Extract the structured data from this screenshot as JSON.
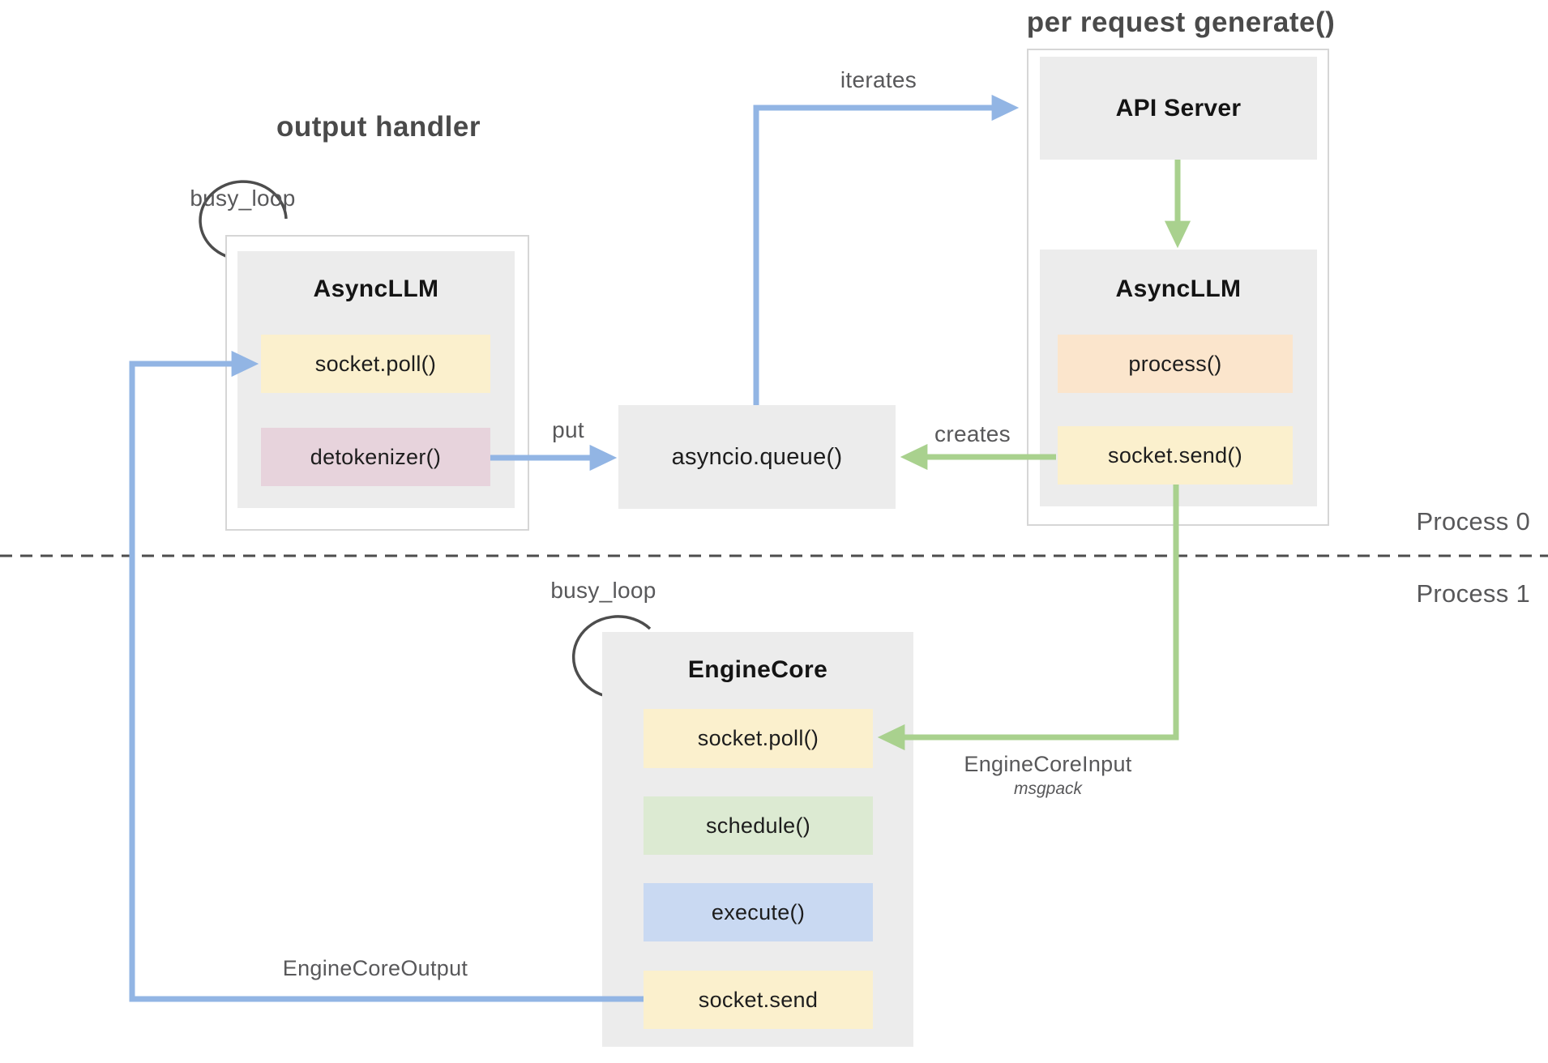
{
  "colors": {
    "arrow_blue": "#92b5e4",
    "arrow_green": "#a9d18e",
    "arc_dark": "#4d4d4d",
    "dashed_gray": "#4d4d4d",
    "panel_gray": "#ececec",
    "label_gray": "#58585a",
    "title_gray": "#4a4a4a",
    "yellow": "#fbf0cd",
    "pink": "#e7d3dc",
    "peach": "#fbe5cc",
    "green_fill": "#dcead2",
    "blue_fill": "#c9d9f2"
  },
  "titles": {
    "output_handler": "output handler",
    "per_request_generate": "per request generate()"
  },
  "process_labels": {
    "process0": "Process 0",
    "process1": "Process 1"
  },
  "output_handler_cluster": {
    "busy_loop": "busy_loop",
    "title": "AsyncLLM",
    "rows": [
      {
        "label": "socket.poll()",
        "color": "#fbf0cd"
      },
      {
        "label": "detokenizer()",
        "color": "#e7d3dc"
      }
    ]
  },
  "queue": {
    "label": "asyncio.queue()"
  },
  "generate_cluster": {
    "api_server": "API Server",
    "title": "AsyncLLM",
    "rows": [
      {
        "label": "process()",
        "color": "#fbe5cc"
      },
      {
        "label": "socket.send()",
        "color": "#fbf0cd"
      }
    ]
  },
  "engine_core_cluster": {
    "busy_loop": "busy_loop",
    "title": "EngineCore",
    "rows": [
      {
        "label": "socket.poll()",
        "color": "#fbf0cd"
      },
      {
        "label": "schedule()",
        "color": "#dcead2"
      },
      {
        "label": "execute()",
        "color": "#c9d9f2"
      },
      {
        "label": "socket.send",
        "color": "#fbf0cd"
      }
    ]
  },
  "edge_labels": {
    "iterates": "iterates",
    "put": "put",
    "creates": "creates",
    "engine_core_input": "EngineCoreInput",
    "engine_core_input_format": "msgpack",
    "engine_core_output": "EngineCoreOutput"
  }
}
